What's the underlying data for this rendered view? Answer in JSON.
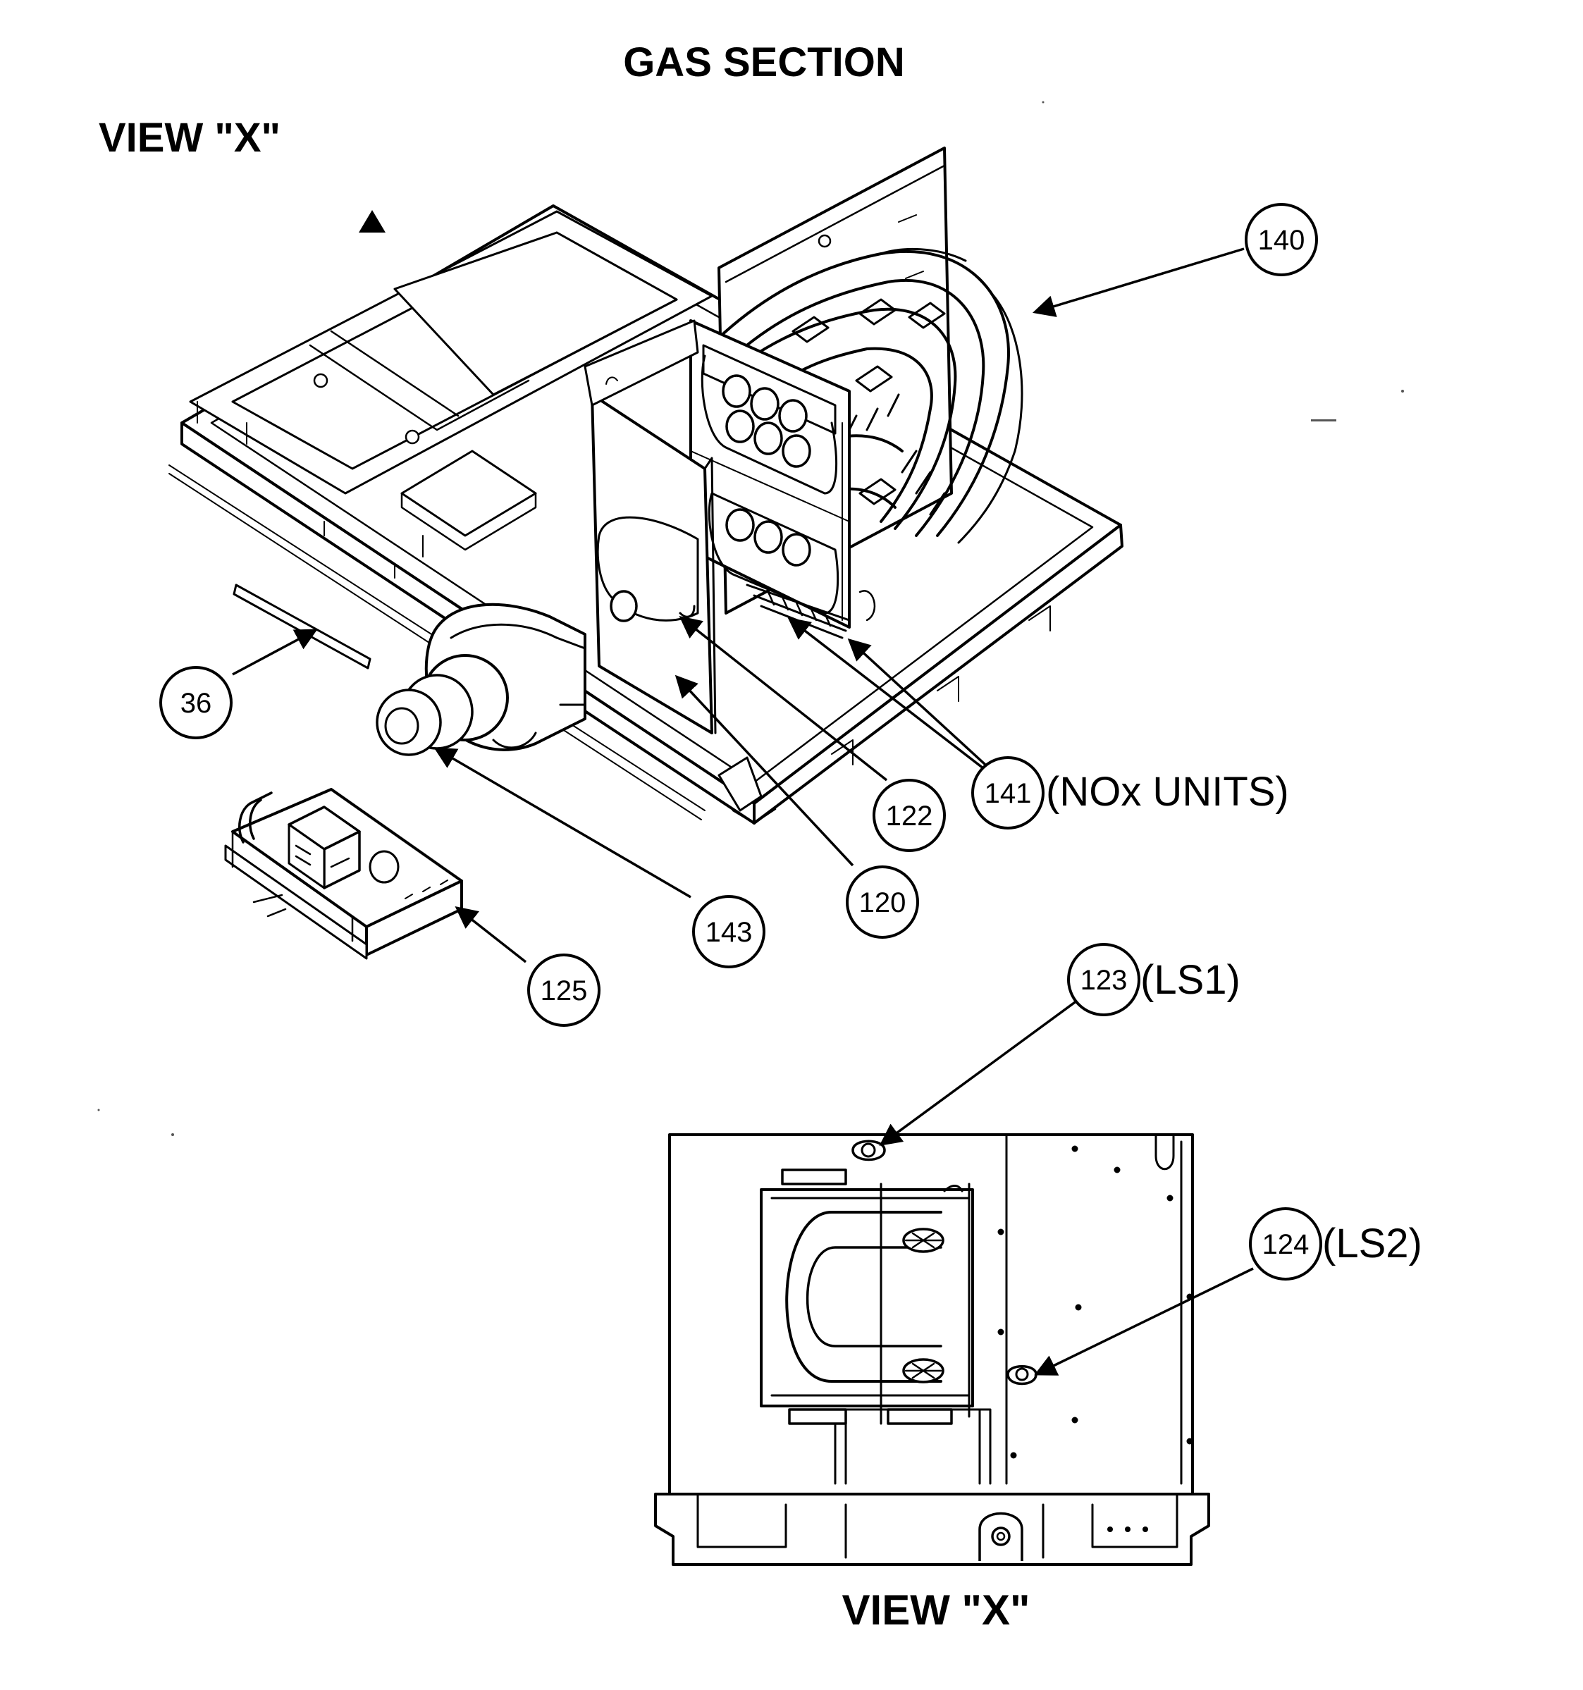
{
  "title": "GAS SECTION",
  "view_label_top": "VIEW \"X\"",
  "view_label_bottom": "VIEW \"X\"",
  "callouts": {
    "c140": "140",
    "c36": "36",
    "c141": "141",
    "c141_note": "(NOx UNITS)",
    "c122": "122",
    "c120": "120",
    "c143": "143",
    "c125": "125",
    "c123": "123",
    "c123_note": "(LS1)",
    "c124": "124",
    "c124_note": "(LS2)"
  },
  "colors": {
    "ink": "#000000",
    "paper": "#ffffff"
  }
}
